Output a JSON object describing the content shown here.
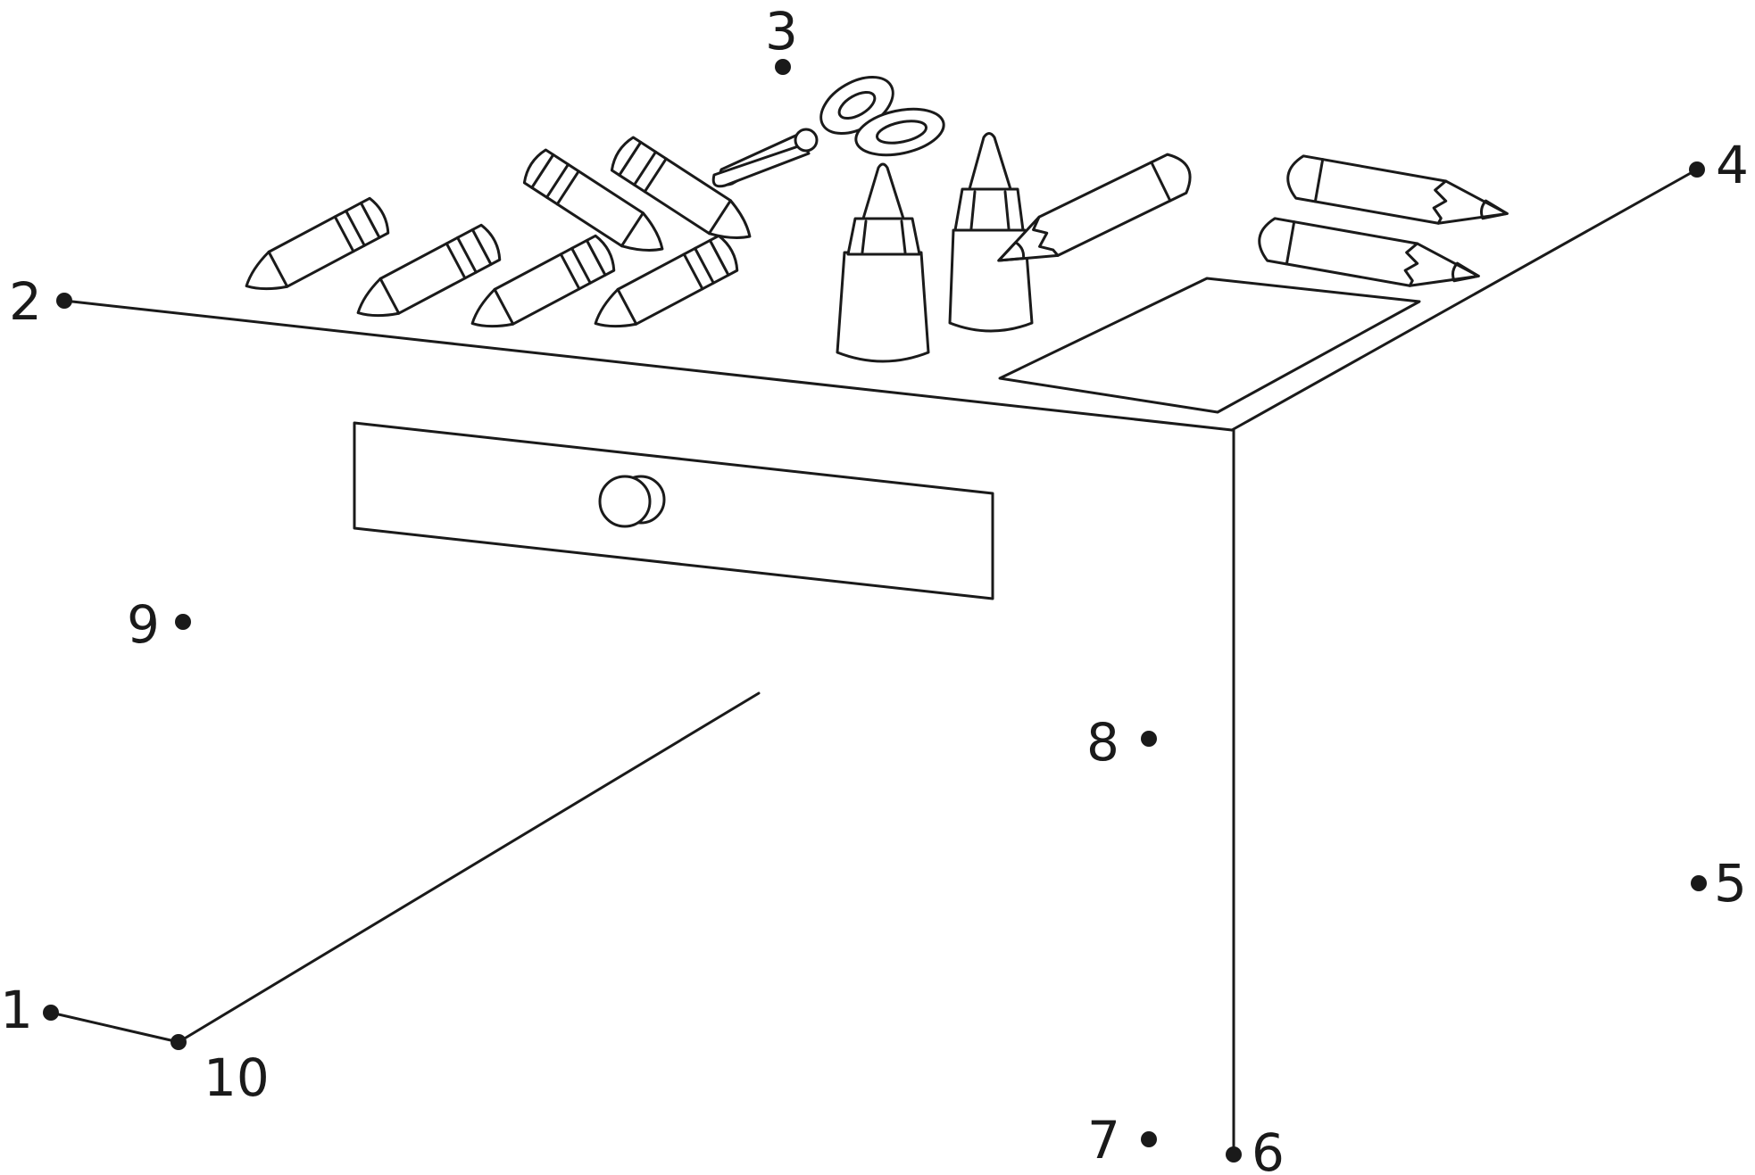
{
  "colors": {
    "ink": "#1a1a1a",
    "paper": "#ffffff"
  },
  "dots": [
    {
      "label": "1"
    },
    {
      "label": "2"
    },
    {
      "label": "3"
    },
    {
      "label": "4"
    },
    {
      "label": "5"
    },
    {
      "label": "6"
    },
    {
      "label": "7"
    },
    {
      "label": "8"
    },
    {
      "label": "9"
    },
    {
      "label": "10"
    }
  ]
}
